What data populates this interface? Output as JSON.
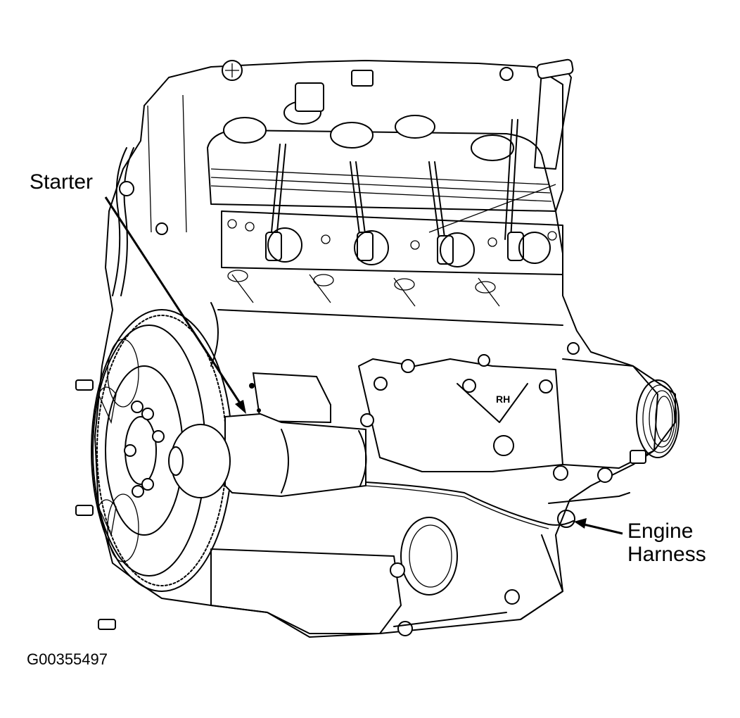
{
  "figure": {
    "id": "G00355497",
    "subject": "Engine assembly line drawing (starter and engine harness location)"
  },
  "callouts": [
    {
      "label": "Starter",
      "line": [
        150,
        280,
        348,
        585
      ]
    },
    {
      "label": "Engine\nHarness",
      "line_text": [
        "Engine",
        "Harness"
      ],
      "line": [
        885,
        758,
        820,
        742
      ]
    }
  ],
  "embossed_marks": [
    "RH"
  ],
  "colors": {
    "ink": "#000000",
    "paper": "#ffffff"
  }
}
